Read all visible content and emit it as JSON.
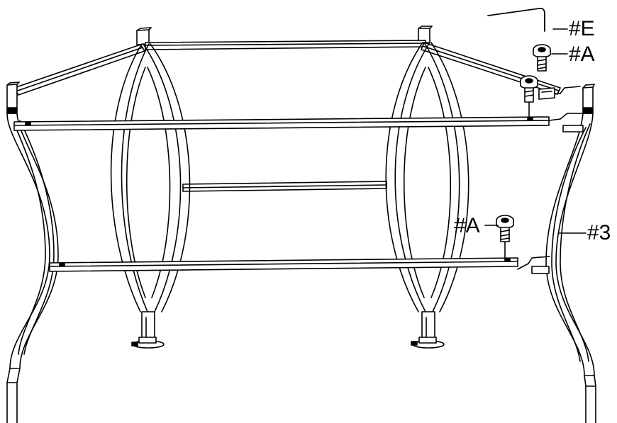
{
  "labels": {
    "allen_key": "#E",
    "bolt_top": "#A",
    "bolt_bottom": "#A",
    "side_frame": "#3"
  },
  "colors": {
    "line": "#000000",
    "background": "#ffffff"
  }
}
